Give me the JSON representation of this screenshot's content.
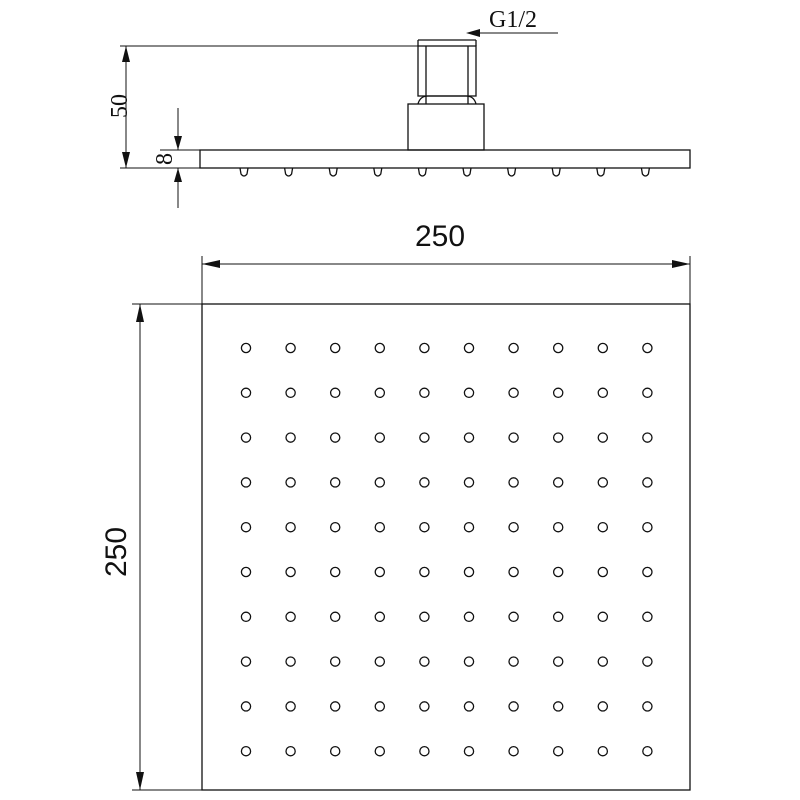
{
  "drawing": {
    "side_view": {
      "thread_label": "G1/2",
      "height_label": "50",
      "plate_thickness_label": "8",
      "nozzle_columns": 10
    },
    "top_view": {
      "width_label": "250",
      "height_label": "250",
      "hole_rows": 10,
      "hole_columns": 10
    }
  }
}
